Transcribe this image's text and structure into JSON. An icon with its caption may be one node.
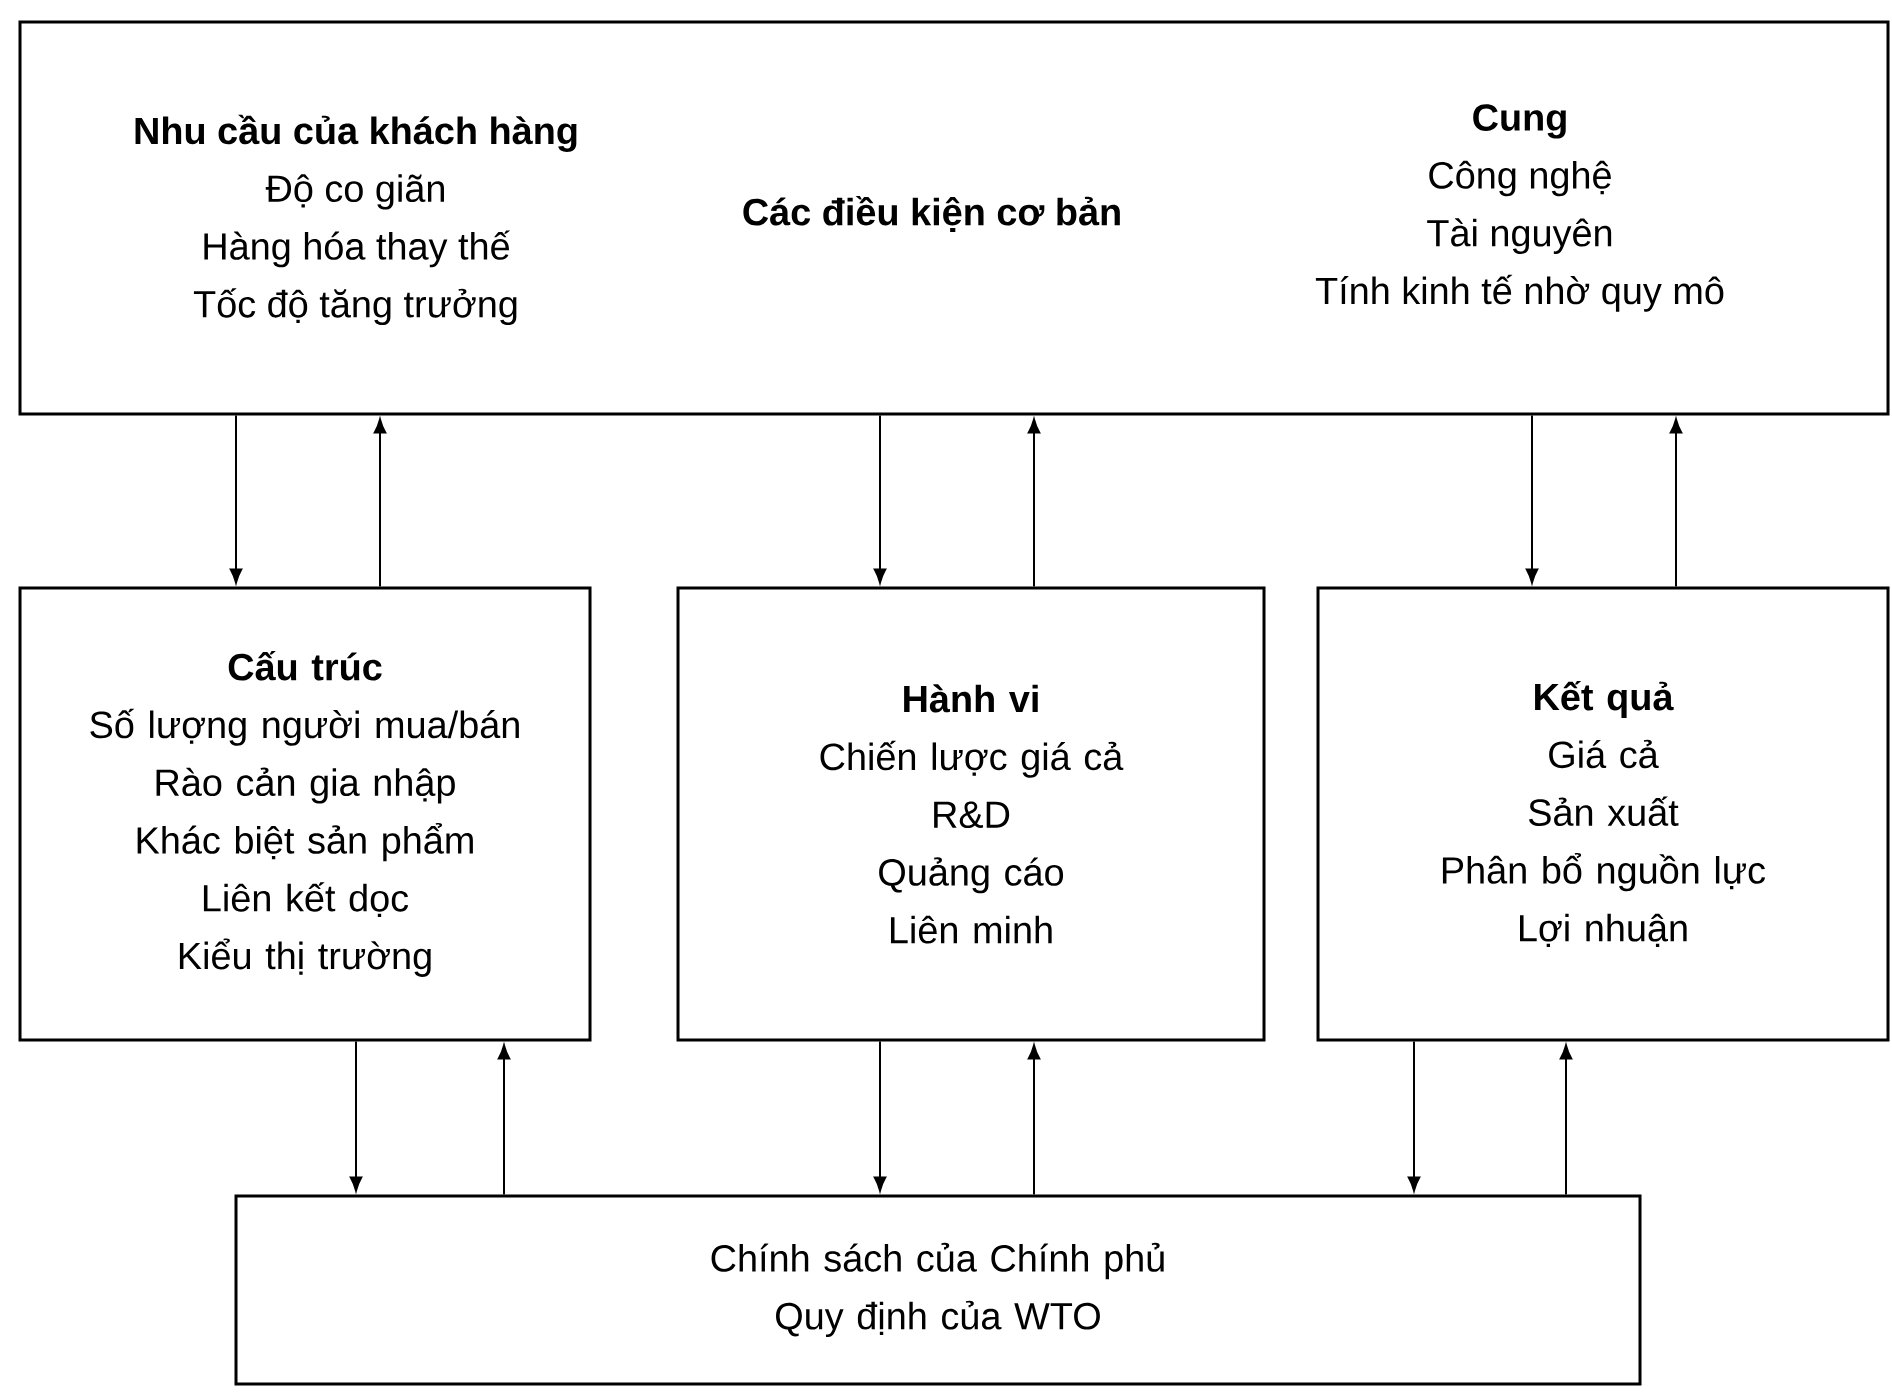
{
  "diagram": {
    "nodes": [
      {
        "text": [
          "Nhu cầu của khách hàng",
          "Độ co giãn",
          "Hàng hóa thay thế",
          "Tốc độ tăng trưởng",
          "Các điều kiện cơ bản",
          "Cung",
          "Công nghệ",
          "Tài nguyên",
          "Tính kinh tế nhờ quy mô"
        ]
      },
      {
        "text": [
          "Cấu trúc",
          "Số lượng người mua/bán",
          "Rào cản gia nhập",
          "Khác biệt sản phẩm",
          "Liên kết dọc",
          "Kiểu thị trường"
        ]
      },
      {
        "text": [
          "Hành vi",
          "Chiến lược giá cả",
          "R&D",
          "Quảng cáo",
          "Liên minh"
        ]
      },
      {
        "text": [
          "Kết quả",
          "Giá cả",
          "Sản xuất",
          "Phân bổ nguồn lực",
          "Lợi nhuận"
        ]
      },
      {
        "text": [
          "Chính sách của Chính phủ",
          "Quy định của WTO"
        ]
      }
    ],
    "edges": [
      {
        "from": 0,
        "to": 1,
        "arrow": "to"
      },
      {
        "from": 1,
        "to": 0,
        "arrow": "to"
      },
      {
        "from": 0,
        "to": 2,
        "arrow": "to"
      },
      {
        "from": 2,
        "to": 0,
        "arrow": "to"
      },
      {
        "from": 0,
        "to": 3,
        "arrow": "to"
      },
      {
        "from": 3,
        "to": 0,
        "arrow": "to"
      },
      {
        "from": 1,
        "to": 4,
        "arrow": "to"
      },
      {
        "from": 4,
        "to": 1,
        "arrow": "to"
      },
      {
        "from": 2,
        "to": 4,
        "arrow": "to"
      },
      {
        "from": 4,
        "to": 2,
        "arrow": "to"
      },
      {
        "from": 3,
        "to": 4,
        "arrow": "to"
      },
      {
        "from": 4,
        "to": 3,
        "arrow": "to"
      }
    ]
  }
}
